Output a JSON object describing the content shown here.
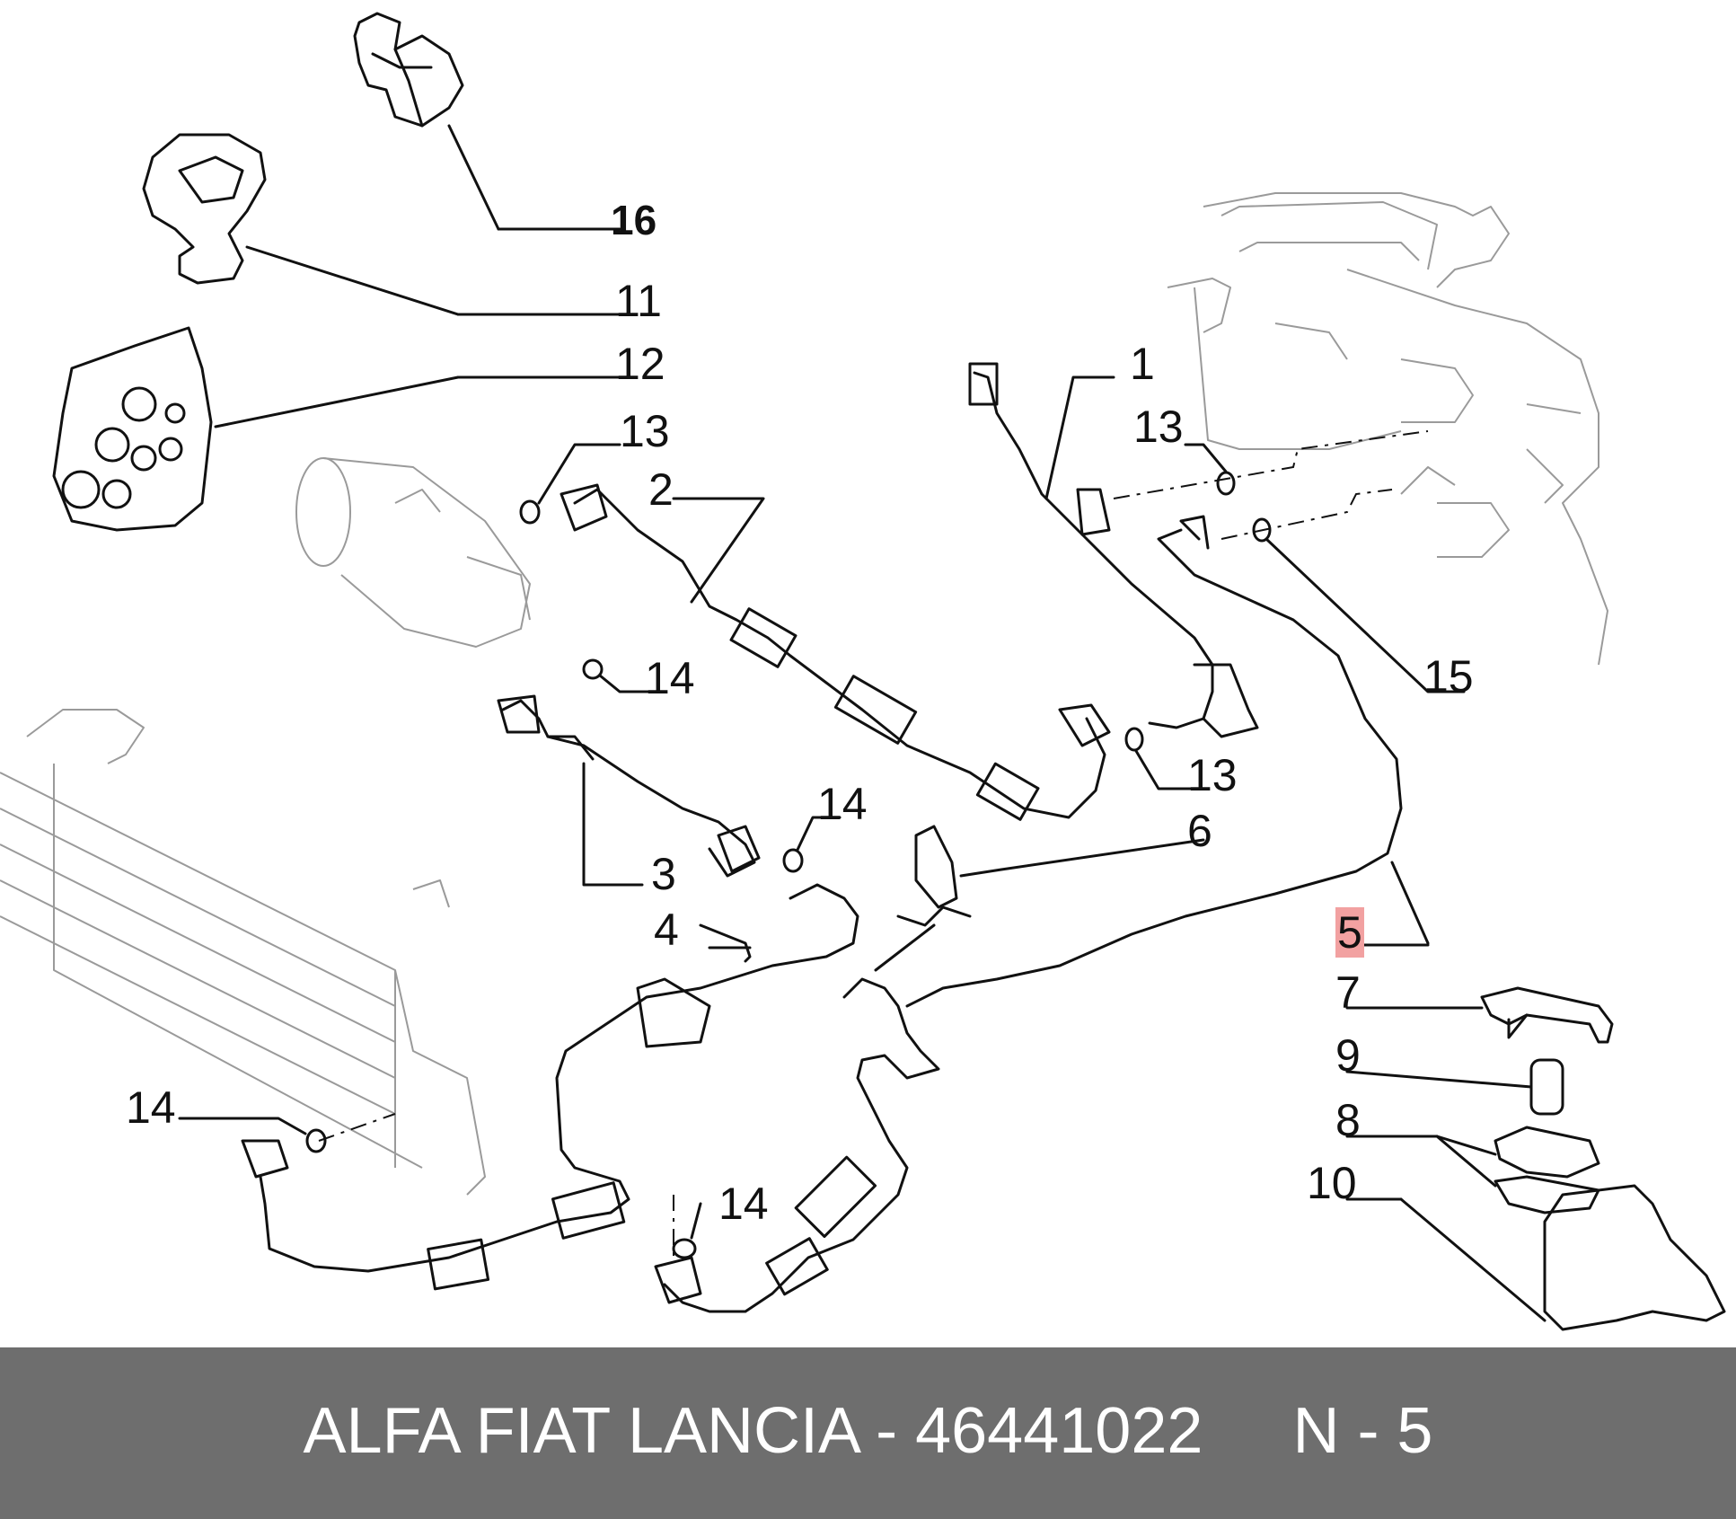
{
  "callouts": {
    "c16": "16",
    "c11": "11",
    "c12": "12",
    "c13a": "13",
    "c2": "2",
    "c1": "1",
    "c13b": "13",
    "c14a": "14",
    "c15": "15",
    "c13c": "13",
    "c14b": "14",
    "c6": "6",
    "c3": "3",
    "c4": "4",
    "c5": "5",
    "c7": "7",
    "c9": "9",
    "c8": "8",
    "c10": "10",
    "c14c": "14",
    "c14d": "14"
  },
  "footer": {
    "text": "ALFA FIAT LANCIA - 46441022     N - 5"
  },
  "colors": {
    "line": "#111111",
    "ghost": "#9a9a9a",
    "footer_bg": "#6e6e6e",
    "highlight": "#f2a1a1"
  }
}
